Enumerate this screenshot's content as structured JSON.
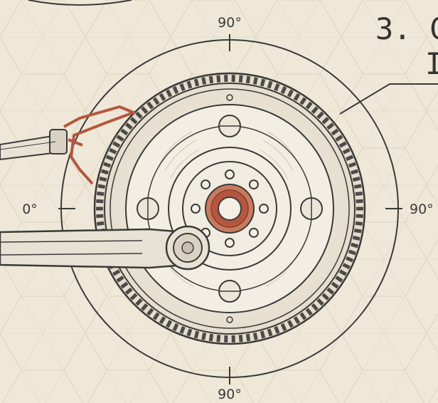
{
  "diagram": {
    "step_title": "3. C",
    "step_title_line2": "I",
    "angle_labels": {
      "top": "90°",
      "right": "90°",
      "bottom": "90°",
      "left": "0°"
    }
  },
  "colors": {
    "paper": "#efe8d8",
    "ink": "#3a3a3a",
    "accent": "#b5573f"
  }
}
